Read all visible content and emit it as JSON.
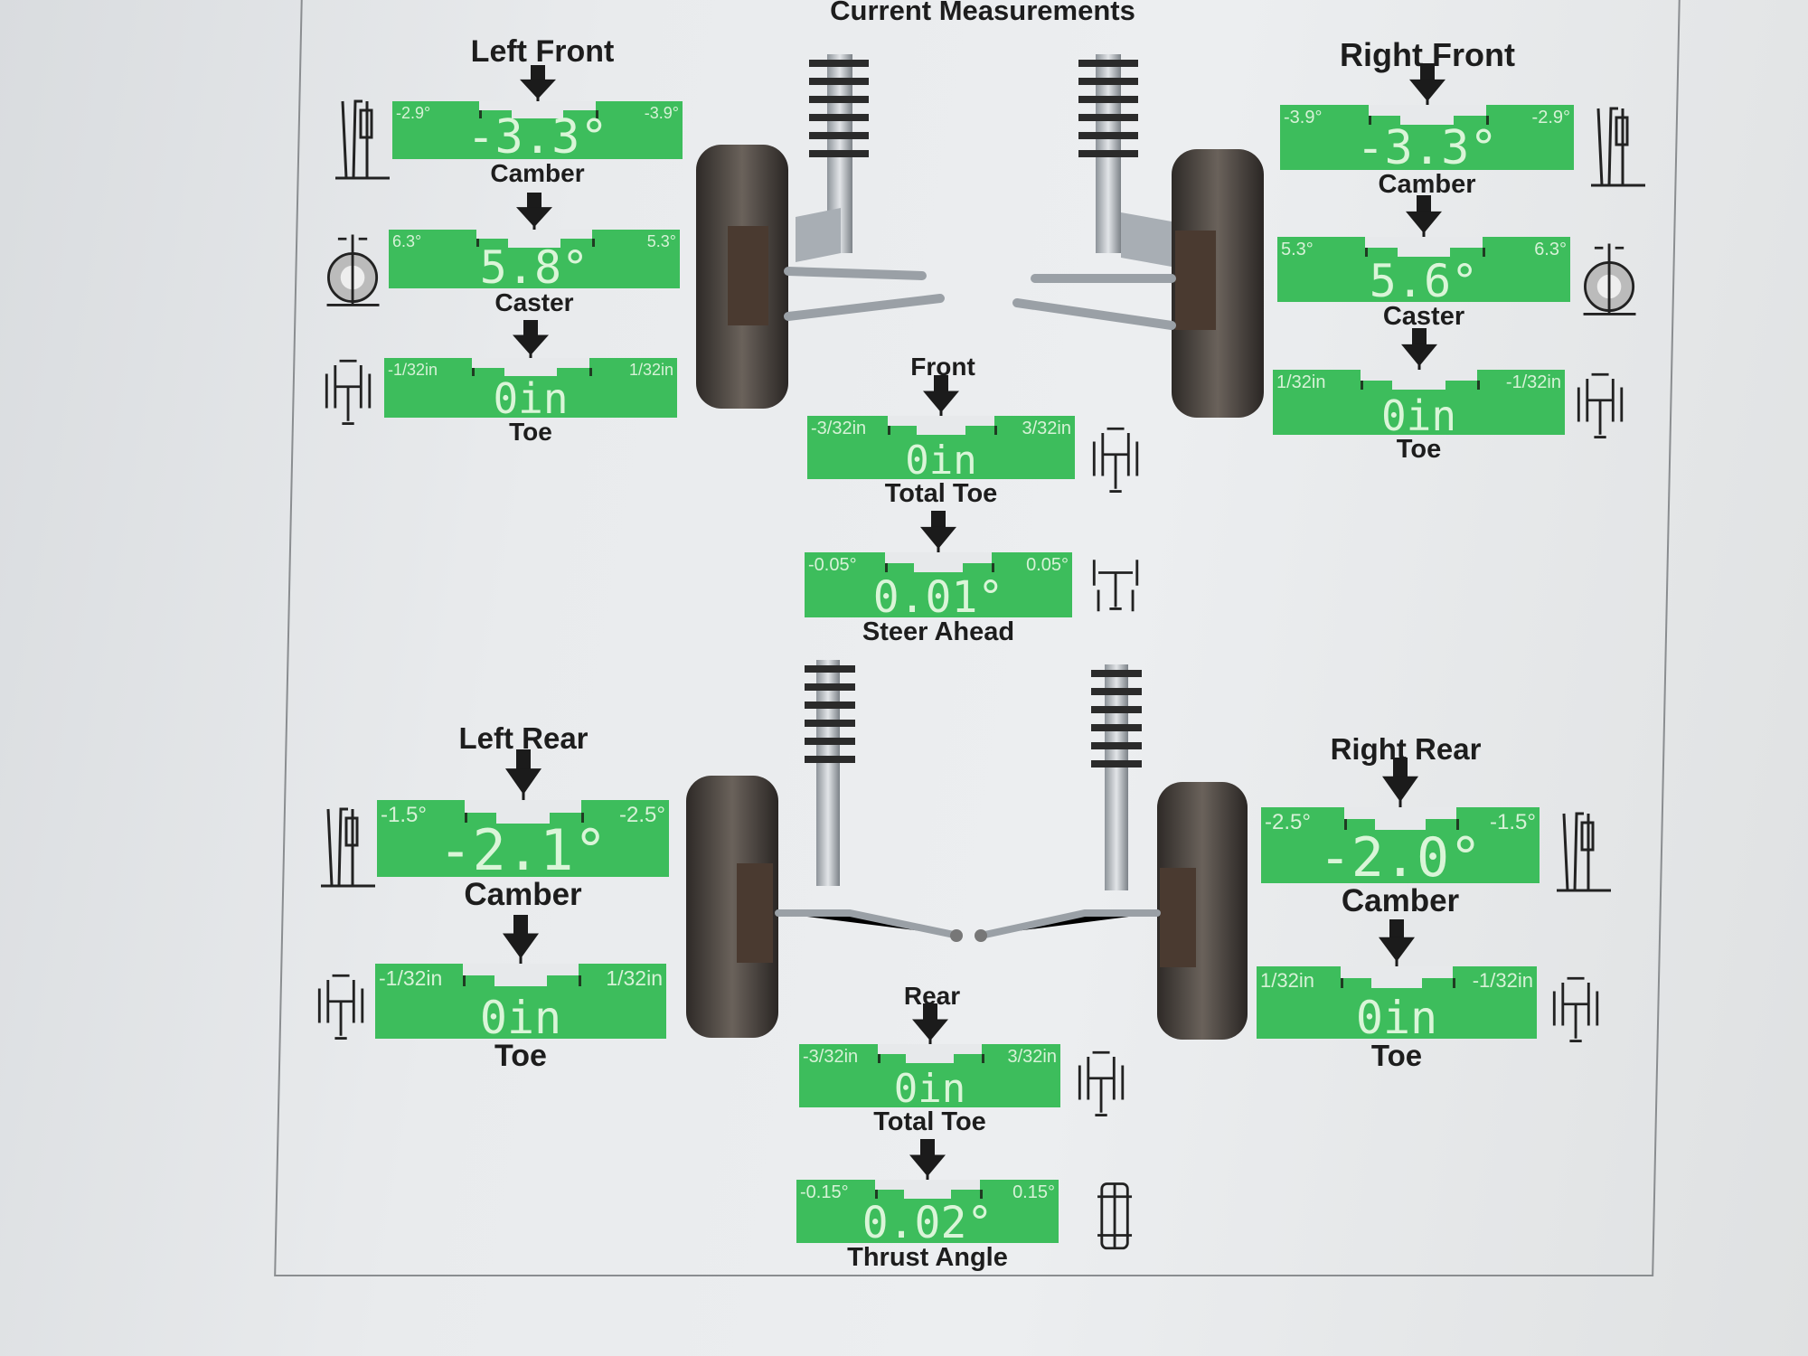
{
  "title": "Current Measurements",
  "left_front": {
    "title": "Left Front",
    "camber": {
      "label": "Camber",
      "min": "-2.9°",
      "max": "-3.9°",
      "value": "-3.3°"
    },
    "caster": {
      "label": "Caster",
      "min": "6.3°",
      "max": "5.3°",
      "value": "5.8°"
    },
    "toe": {
      "label": "Toe",
      "min": "-1/32in",
      "max": "1/32in",
      "value": "0in"
    }
  },
  "right_front": {
    "title": "Right Front",
    "camber": {
      "label": "Camber",
      "min": "-3.9°",
      "max": "-2.9°",
      "value": "-3.3°"
    },
    "caster": {
      "label": "Caster",
      "min": "5.3°",
      "max": "6.3°",
      "value": "5.6°"
    },
    "toe": {
      "label": "Toe",
      "min": "1/32in",
      "max": "-1/32in",
      "value": "0in"
    }
  },
  "front": {
    "title": "Front",
    "total_toe": {
      "label": "Total Toe",
      "min": "-3/32in",
      "max": "3/32in",
      "value": "0in"
    },
    "steer_ahead": {
      "label": "Steer Ahead",
      "min": "-0.05°",
      "max": "0.05°",
      "value": "0.01°"
    }
  },
  "left_rear": {
    "title": "Left Rear",
    "camber": {
      "label": "Camber",
      "min": "-1.5°",
      "max": "-2.5°",
      "value": "-2.1°"
    },
    "toe": {
      "label": "Toe",
      "min": "-1/32in",
      "max": "1/32in",
      "value": "0in"
    }
  },
  "right_rear": {
    "title": "Right Rear",
    "camber": {
      "label": "Camber",
      "min": "-2.5°",
      "max": "-1.5°",
      "value": "-2.0°"
    },
    "toe": {
      "label": "Toe",
      "min": "1/32in",
      "max": "-1/32in",
      "value": "0in"
    }
  },
  "rear": {
    "title": "Rear",
    "total_toe": {
      "label": "Total Toe",
      "min": "-3/32in",
      "max": "3/32in",
      "value": "0in"
    },
    "thrust_angle": {
      "label": "Thrust Angle",
      "min": "-0.15°",
      "max": "0.15°",
      "value": "0.02°"
    }
  },
  "colors": {
    "gauge_green": "#3dbd5c",
    "value_text": "#daf5d8"
  }
}
